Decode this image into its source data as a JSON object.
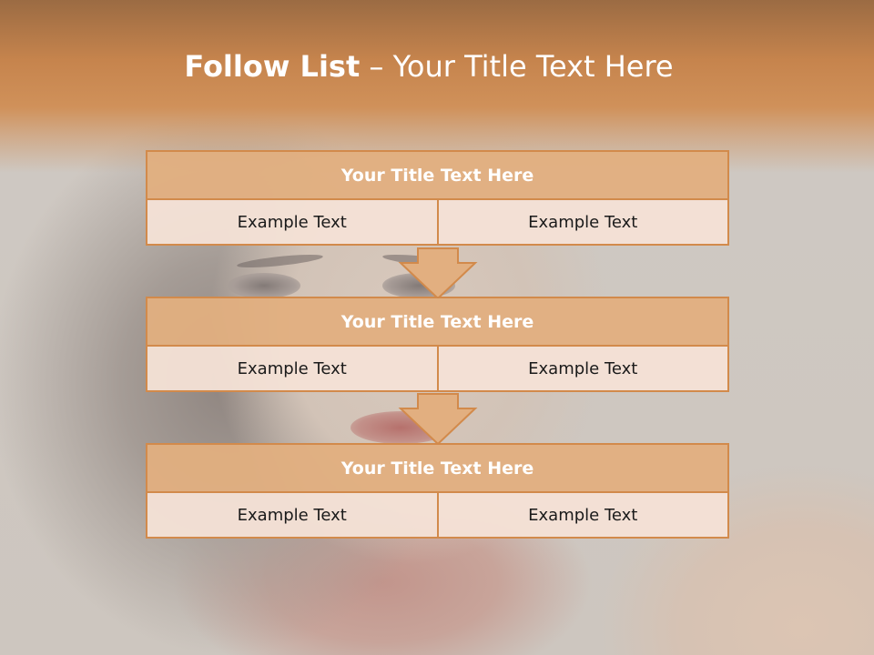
{
  "slide": {
    "title_bold": "Follow List",
    "title_rest": " – Your Title Text Here"
  },
  "blocks": [
    {
      "title": "Your Title Text Here",
      "cells": [
        "Example Text",
        "Example Text"
      ]
    },
    {
      "title": "Your Title Text Here",
      "cells": [
        "Example Text",
        "Example Text"
      ]
    },
    {
      "title": "Your Title Text Here",
      "cells": [
        "Example Text",
        "Example Text"
      ]
    }
  ],
  "colors": {
    "header": "#c6844d",
    "block_title_fill": "#e2af80",
    "block_border": "#d28a4b",
    "cell_fill": "#f4e2d6",
    "arrow_fill": "#e2af80"
  },
  "icons": [
    "down-arrow-icon",
    "down-arrow-icon"
  ]
}
